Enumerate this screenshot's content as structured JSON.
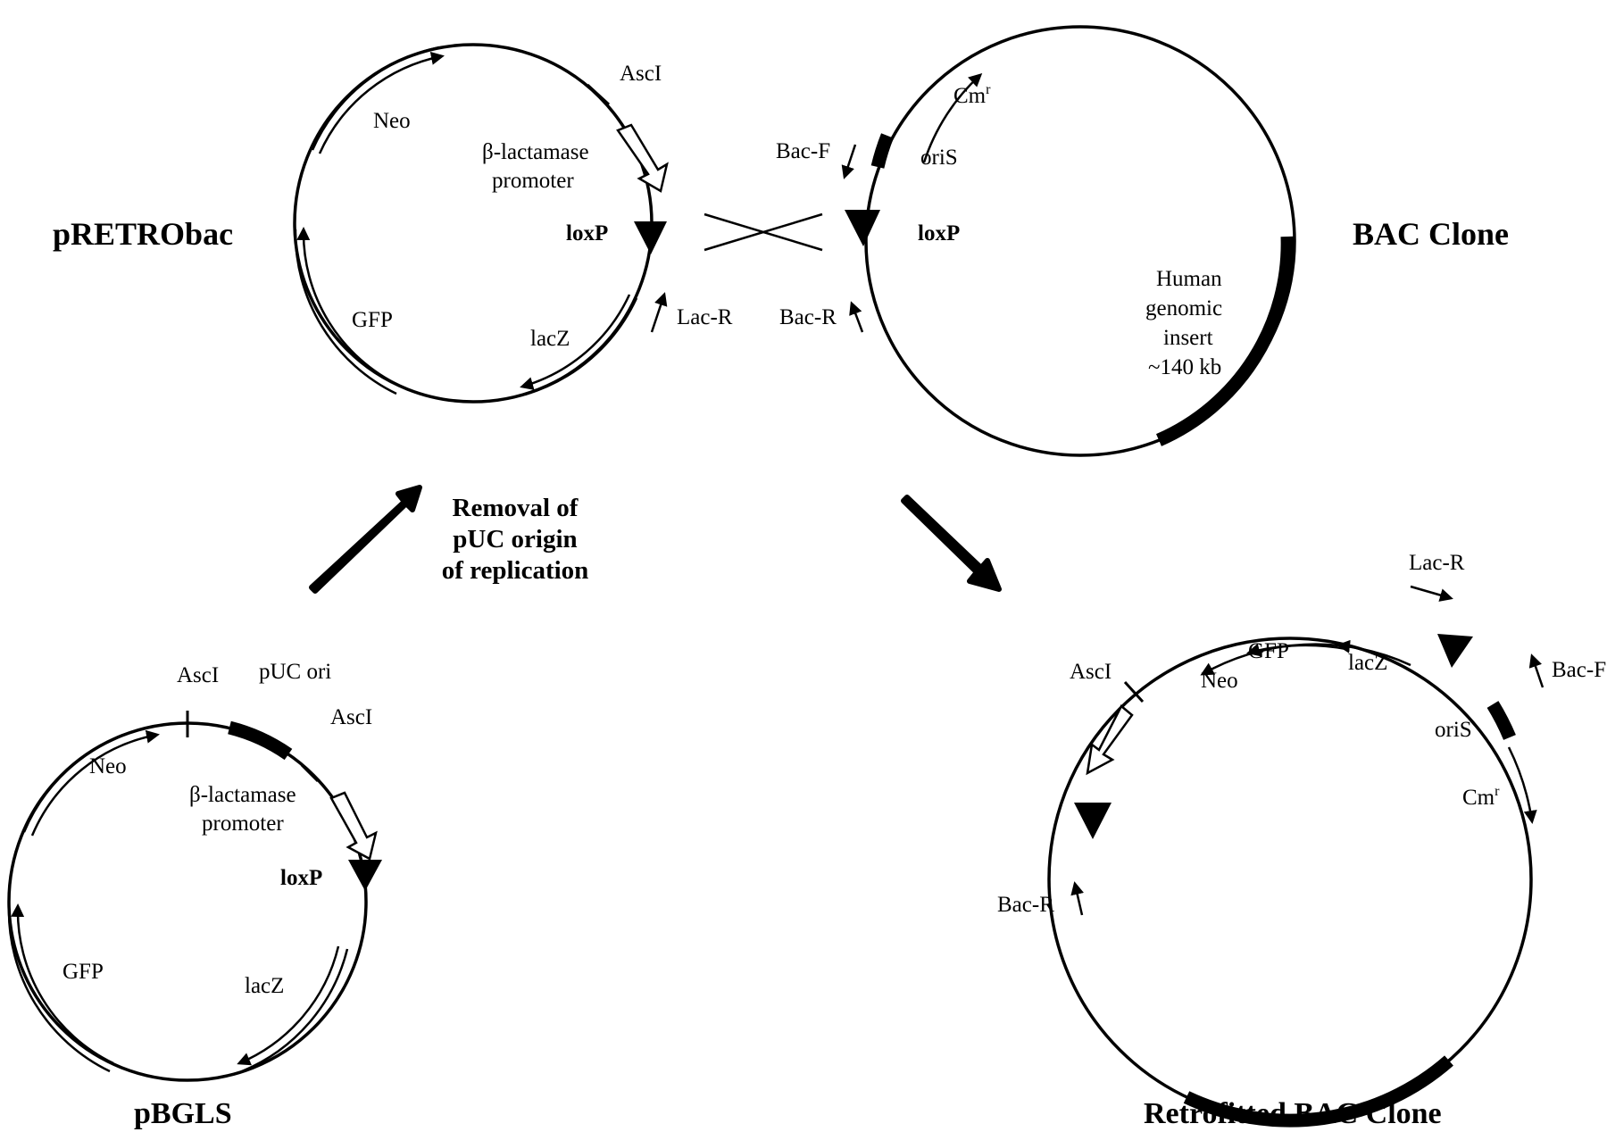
{
  "plasmids": {
    "pretrobac": {
      "name": "pRETRObac",
      "neo": "Neo",
      "ascI": "AscI",
      "promoter_line1": "β-lactamase",
      "promoter_line2": "promoter",
      "loxp": "loxP",
      "gfp": "GFP",
      "lacz": "lacZ",
      "lac_r": "Lac-R"
    },
    "bac": {
      "name": "BAC Clone",
      "cm": "Cm",
      "cm_sup": "r",
      "oris": "oriS",
      "bac_f": "Bac-F",
      "loxp": "loxP",
      "bac_r": "Bac-R",
      "insert_line1": "Human",
      "insert_line2": "genomic",
      "insert_line3": "insert",
      "insert_line4": "~140 kb"
    },
    "pbgls": {
      "name": "pBGLS",
      "ascI_1": "AscI",
      "puc_ori": "pUC ori",
      "ascI_2": "AscI",
      "neo": "Neo",
      "promoter_line1": "β-lactamase",
      "promoter_line2": "promoter",
      "loxp": "loxP",
      "gfp": "GFP",
      "lacz": "lacZ"
    },
    "retrofitted": {
      "name": "Retrofitted BAC Clone",
      "lac_r": "Lac-R",
      "ascI": "AscI",
      "neo": "Neo",
      "gfp": "GFP",
      "lacz": "lacZ",
      "bac_f": "Bac-F",
      "oris": "oriS",
      "cm": "Cm",
      "cm_sup": "r",
      "bac_r": "Bac-R"
    }
  },
  "step_removal": {
    "line1": "Removal of",
    "line2": "pUC origin",
    "line3": "of replication"
  }
}
